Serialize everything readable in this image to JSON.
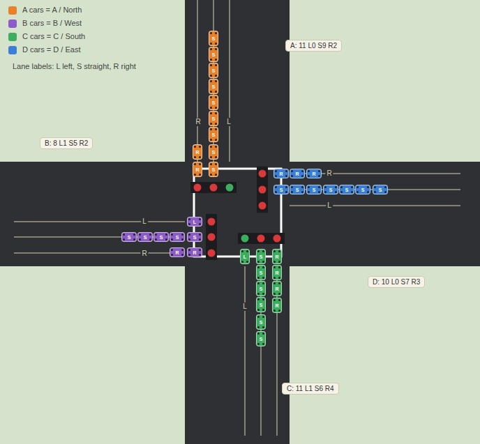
{
  "diagram": {
    "nodes": [
      {
        "text": [
          "A: 11 L0 S9 R2"
        ]
      },
      {
        "text": [
          "B: 8 L1 S5 R2"
        ]
      },
      {
        "text": [
          "D: 10 L0 S7 R3"
        ]
      },
      {
        "text": [
          "C: 11 L1 S6 R4"
        ]
      }
    ],
    "labels": [
      "Lane labels: L left, S straight, R right",
      "R",
      "L",
      "L",
      "R",
      "R",
      "L",
      "L",
      "S",
      "S",
      "S",
      "S",
      "S",
      "S",
      "S",
      "S",
      "S",
      "R",
      "R",
      "L",
      "S",
      "S",
      "S",
      "S",
      "S",
      "R",
      "R",
      "R",
      "R",
      "R",
      "S",
      "S",
      "S",
      "S",
      "S",
      "S",
      "S",
      "L",
      "S",
      "S",
      "S",
      "S",
      "S",
      "S",
      "R",
      "R",
      "R",
      "R"
    ],
    "legend": [
      {
        "text": "A cars = A / North",
        "color": "#e8822a"
      },
      {
        "text": "B cars = B / West",
        "color": "#8b5cc7"
      },
      {
        "text": "C cars = C / South",
        "color": "#3cad5f"
      },
      {
        "text": "D cars = D / East",
        "color": "#3b7fd4"
      }
    ]
  }
}
